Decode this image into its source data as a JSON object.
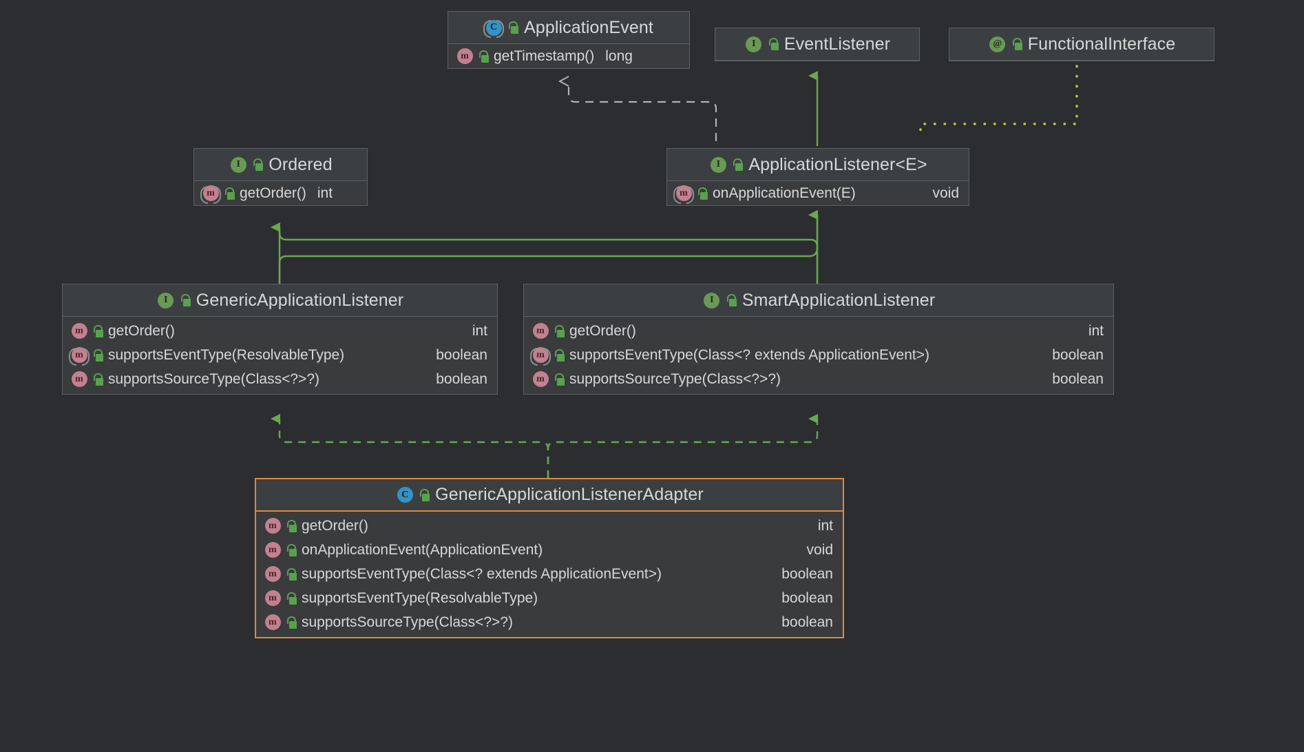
{
  "diagram": {
    "title": "Spring ApplicationListener UML class diagram",
    "background_color": "#2b2d30",
    "node_header_color": "#3c3f41",
    "node_body_color": "#393b3d",
    "node_border_color": "#5d6164",
    "selected_border_color": "#e08a3c",
    "inheritance_color": "#6aa84f",
    "dependency_color": "#b0b3b6",
    "annotation_color": "#cbc93a"
  },
  "nodes": [
    {
      "id": "application-event",
      "name": "ApplicationEvent",
      "kind_icon": "abstract-class-icon",
      "visibility_icon": "public-unlocked-icon",
      "members": [
        {
          "icon": "method-icon",
          "visibility_icon": "public-unlocked-icon",
          "name": "getTimestamp()",
          "type": "long"
        }
      ]
    },
    {
      "id": "event-listener",
      "name": "EventListener",
      "kind_icon": "interface-icon",
      "visibility_icon": "public-unlocked-icon",
      "members": []
    },
    {
      "id": "functional-interface",
      "name": "FunctionalInterface",
      "kind_icon": "annotation-icon",
      "visibility_icon": "public-unlocked-icon",
      "members": []
    },
    {
      "id": "ordered",
      "name": "Ordered",
      "kind_icon": "interface-icon",
      "visibility_icon": "public-unlocked-icon",
      "members": [
        {
          "icon": "abstract-method-icon",
          "visibility_icon": "public-unlocked-icon",
          "name": "getOrder()",
          "type": "int"
        }
      ]
    },
    {
      "id": "application-listener",
      "name": "ApplicationListener<E>",
      "kind_icon": "interface-icon",
      "visibility_icon": "public-unlocked-icon",
      "members": [
        {
          "icon": "abstract-method-icon",
          "visibility_icon": "public-unlocked-icon",
          "name": "onApplicationEvent(E)",
          "type": "void"
        }
      ]
    },
    {
      "id": "generic-application-listener",
      "name": "GenericApplicationListener",
      "kind_icon": "interface-icon",
      "visibility_icon": "public-unlocked-icon",
      "members": [
        {
          "icon": "method-icon",
          "visibility_icon": "public-unlocked-icon",
          "name": "getOrder()",
          "type": "int"
        },
        {
          "icon": "abstract-method-icon",
          "visibility_icon": "public-unlocked-icon",
          "name": "supportsEventType(ResolvableType)",
          "type": "boolean"
        },
        {
          "icon": "method-icon",
          "visibility_icon": "public-unlocked-icon",
          "name": "supportsSourceType(Class<?>?)",
          "type": "boolean"
        }
      ]
    },
    {
      "id": "smart-application-listener",
      "name": "SmartApplicationListener",
      "kind_icon": "interface-icon",
      "visibility_icon": "public-unlocked-icon",
      "members": [
        {
          "icon": "method-icon",
          "visibility_icon": "public-unlocked-icon",
          "name": "getOrder()",
          "type": "int"
        },
        {
          "icon": "abstract-method-icon",
          "visibility_icon": "public-unlocked-icon",
          "name": "supportsEventType(Class<? extends ApplicationEvent>)",
          "type": "boolean"
        },
        {
          "icon": "method-icon",
          "visibility_icon": "public-unlocked-icon",
          "name": "supportsSourceType(Class<?>?)",
          "type": "boolean"
        }
      ]
    },
    {
      "id": "generic-application-listener-adapter",
      "name": "GenericApplicationListenerAdapter",
      "kind_icon": "class-icon",
      "visibility_icon": "public-unlocked-icon",
      "selected": true,
      "members": [
        {
          "icon": "method-icon",
          "visibility_icon": "public-unlocked-icon",
          "name": "getOrder()",
          "type": "int"
        },
        {
          "icon": "method-icon",
          "visibility_icon": "public-unlocked-icon",
          "name": "onApplicationEvent(ApplicationEvent)",
          "type": "void"
        },
        {
          "icon": "method-icon",
          "visibility_icon": "public-unlocked-icon",
          "name": "supportsEventType(Class<? extends ApplicationEvent>)",
          "type": "boolean"
        },
        {
          "icon": "method-icon",
          "visibility_icon": "public-unlocked-icon",
          "name": "supportsEventType(ResolvableType)",
          "type": "boolean"
        },
        {
          "icon": "method-icon",
          "visibility_icon": "public-unlocked-icon",
          "name": "supportsSourceType(Class<?>?)",
          "type": "boolean"
        }
      ]
    }
  ],
  "edges": [
    {
      "id": "edge-appl-to-event",
      "from": "application-listener",
      "to": "application-event",
      "style": "dashed",
      "arrow": "open",
      "color": "#b0b3b6",
      "relation": "dependency"
    },
    {
      "id": "edge-appl-to-eventlistener",
      "from": "application-listener",
      "to": "event-listener",
      "style": "solid",
      "arrow": "triangle",
      "color": "#6aa84f",
      "relation": "generalization"
    },
    {
      "id": "edge-functionalinterface-to-appl",
      "from": "functional-interface",
      "to": "application-listener",
      "style": "dotted",
      "arrow": "none",
      "color": "#cbc93a",
      "relation": "annotation"
    },
    {
      "id": "edge-generic-to-ordered",
      "from": "generic-application-listener",
      "to": "ordered",
      "style": "solid",
      "arrow": "triangle",
      "color": "#6aa84f",
      "relation": "generalization"
    },
    {
      "id": "edge-generic-to-appl",
      "from": "generic-application-listener",
      "to": "application-listener",
      "style": "solid",
      "arrow": "triangle",
      "color": "#6aa84f",
      "relation": "generalization"
    },
    {
      "id": "edge-smart-to-ordered",
      "from": "smart-application-listener",
      "to": "ordered",
      "style": "solid",
      "arrow": "triangle",
      "color": "#6aa84f",
      "relation": "generalization"
    },
    {
      "id": "edge-smart-to-appl",
      "from": "smart-application-listener",
      "to": "application-listener",
      "style": "solid",
      "arrow": "triangle",
      "color": "#6aa84f",
      "relation": "generalization"
    },
    {
      "id": "edge-adapter-to-generic",
      "from": "generic-application-listener-adapter",
      "to": "generic-application-listener",
      "style": "dashed",
      "arrow": "triangle",
      "color": "#6aa84f",
      "relation": "realization"
    },
    {
      "id": "edge-adapter-to-smart",
      "from": "generic-application-listener-adapter",
      "to": "smart-application-listener",
      "style": "dashed",
      "arrow": "triangle",
      "color": "#6aa84f",
      "relation": "realization"
    }
  ]
}
